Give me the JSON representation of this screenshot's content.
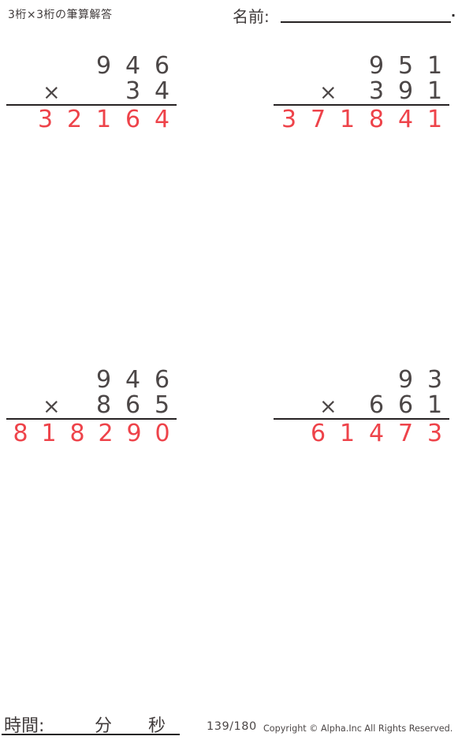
{
  "page": {
    "title": "3桁×3桁の筆算解答",
    "name_label": "名前:",
    "name_suffix": "."
  },
  "colors": {
    "answer_red": "#ee434a",
    "digit_gray": "#4c4747",
    "line_black": "#262223"
  },
  "problems": [
    {
      "multiplicand": "946",
      "operator": "×",
      "multiplier": "34",
      "product": "32164"
    },
    {
      "multiplicand": "951",
      "operator": "×",
      "multiplier": "391",
      "product": "371841"
    },
    {
      "multiplicand": "946",
      "operator": "×",
      "multiplier": "865",
      "product": "818290"
    },
    {
      "multiplicand": "93",
      "operator": "×",
      "multiplier": "661",
      "product": "61473"
    }
  ],
  "footer": {
    "time_label": "時間:",
    "minutes_label": "分",
    "seconds_label": "秒",
    "page_indicator": "139/180",
    "copyright": "Copyright © Alpha.Inc All Rights Reserved."
  }
}
